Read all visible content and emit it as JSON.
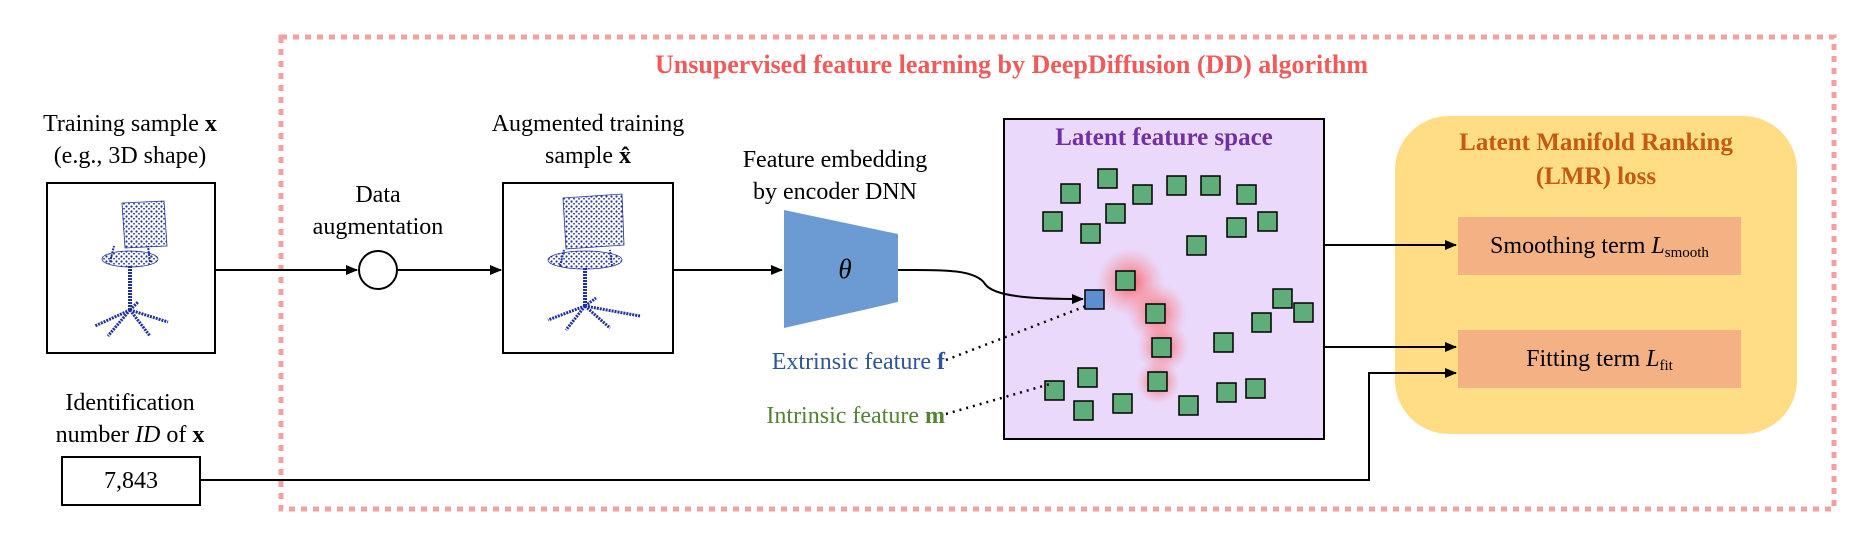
{
  "main_title": "Unsupervised feature learning by DeepDiffusion (DD) algorithm",
  "training_sample": {
    "line1_text": "Training sample ",
    "line1_var": "x",
    "line2": "(e.g., 3D shape)"
  },
  "data_augmentation": {
    "line1": "Data",
    "line2": "augmentation"
  },
  "augmented_sample": {
    "line1": "Augmented training",
    "line2_text": "sample ",
    "line2_var": "x̂"
  },
  "feature_embedding": {
    "line1": "Feature embedding",
    "line2": "by encoder DNN",
    "theta": "θ"
  },
  "latent_space": {
    "title": "Latent feature space"
  },
  "extrinsic": {
    "text": "Extrinsic feature ",
    "var": "f"
  },
  "intrinsic": {
    "text": "Intrinsic feature ",
    "var": "m"
  },
  "identification": {
    "line1": "Identification",
    "line2_text": "number ",
    "line2_id": "ID",
    "line2_of": " of ",
    "line2_var": "x",
    "value": "7,843"
  },
  "lmr": {
    "title_line1": "Latent Manifold Ranking",
    "title_line2": "(LMR) loss",
    "smoothing_text": "Smoothing term ",
    "smoothing_L": "L",
    "smoothing_sub": "smooth",
    "fitting_text": "Fitting term ",
    "fitting_L": "L",
    "fitting_sub": "fit"
  },
  "colors": {
    "title_red": "#f05a5a",
    "dashed_border": "#f4a0a0",
    "latent_bg": "#ead9fb",
    "latent_title": "#7030a0",
    "lmr_bg": "#ffdd85",
    "lmr_title": "#c55a11",
    "term_box": "#f4b183",
    "encoder": "#6b9bd2",
    "green_square": "#5fae7a",
    "blue_square": "#5b8fd0",
    "extrinsic_text": "#2e5597",
    "intrinsic_text": "#548235",
    "chair": "#1f2f9c"
  },
  "icons": [
    "chair-point-cloud",
    "augmentation-circle",
    "encoder-trapezoid",
    "feature-square"
  ]
}
